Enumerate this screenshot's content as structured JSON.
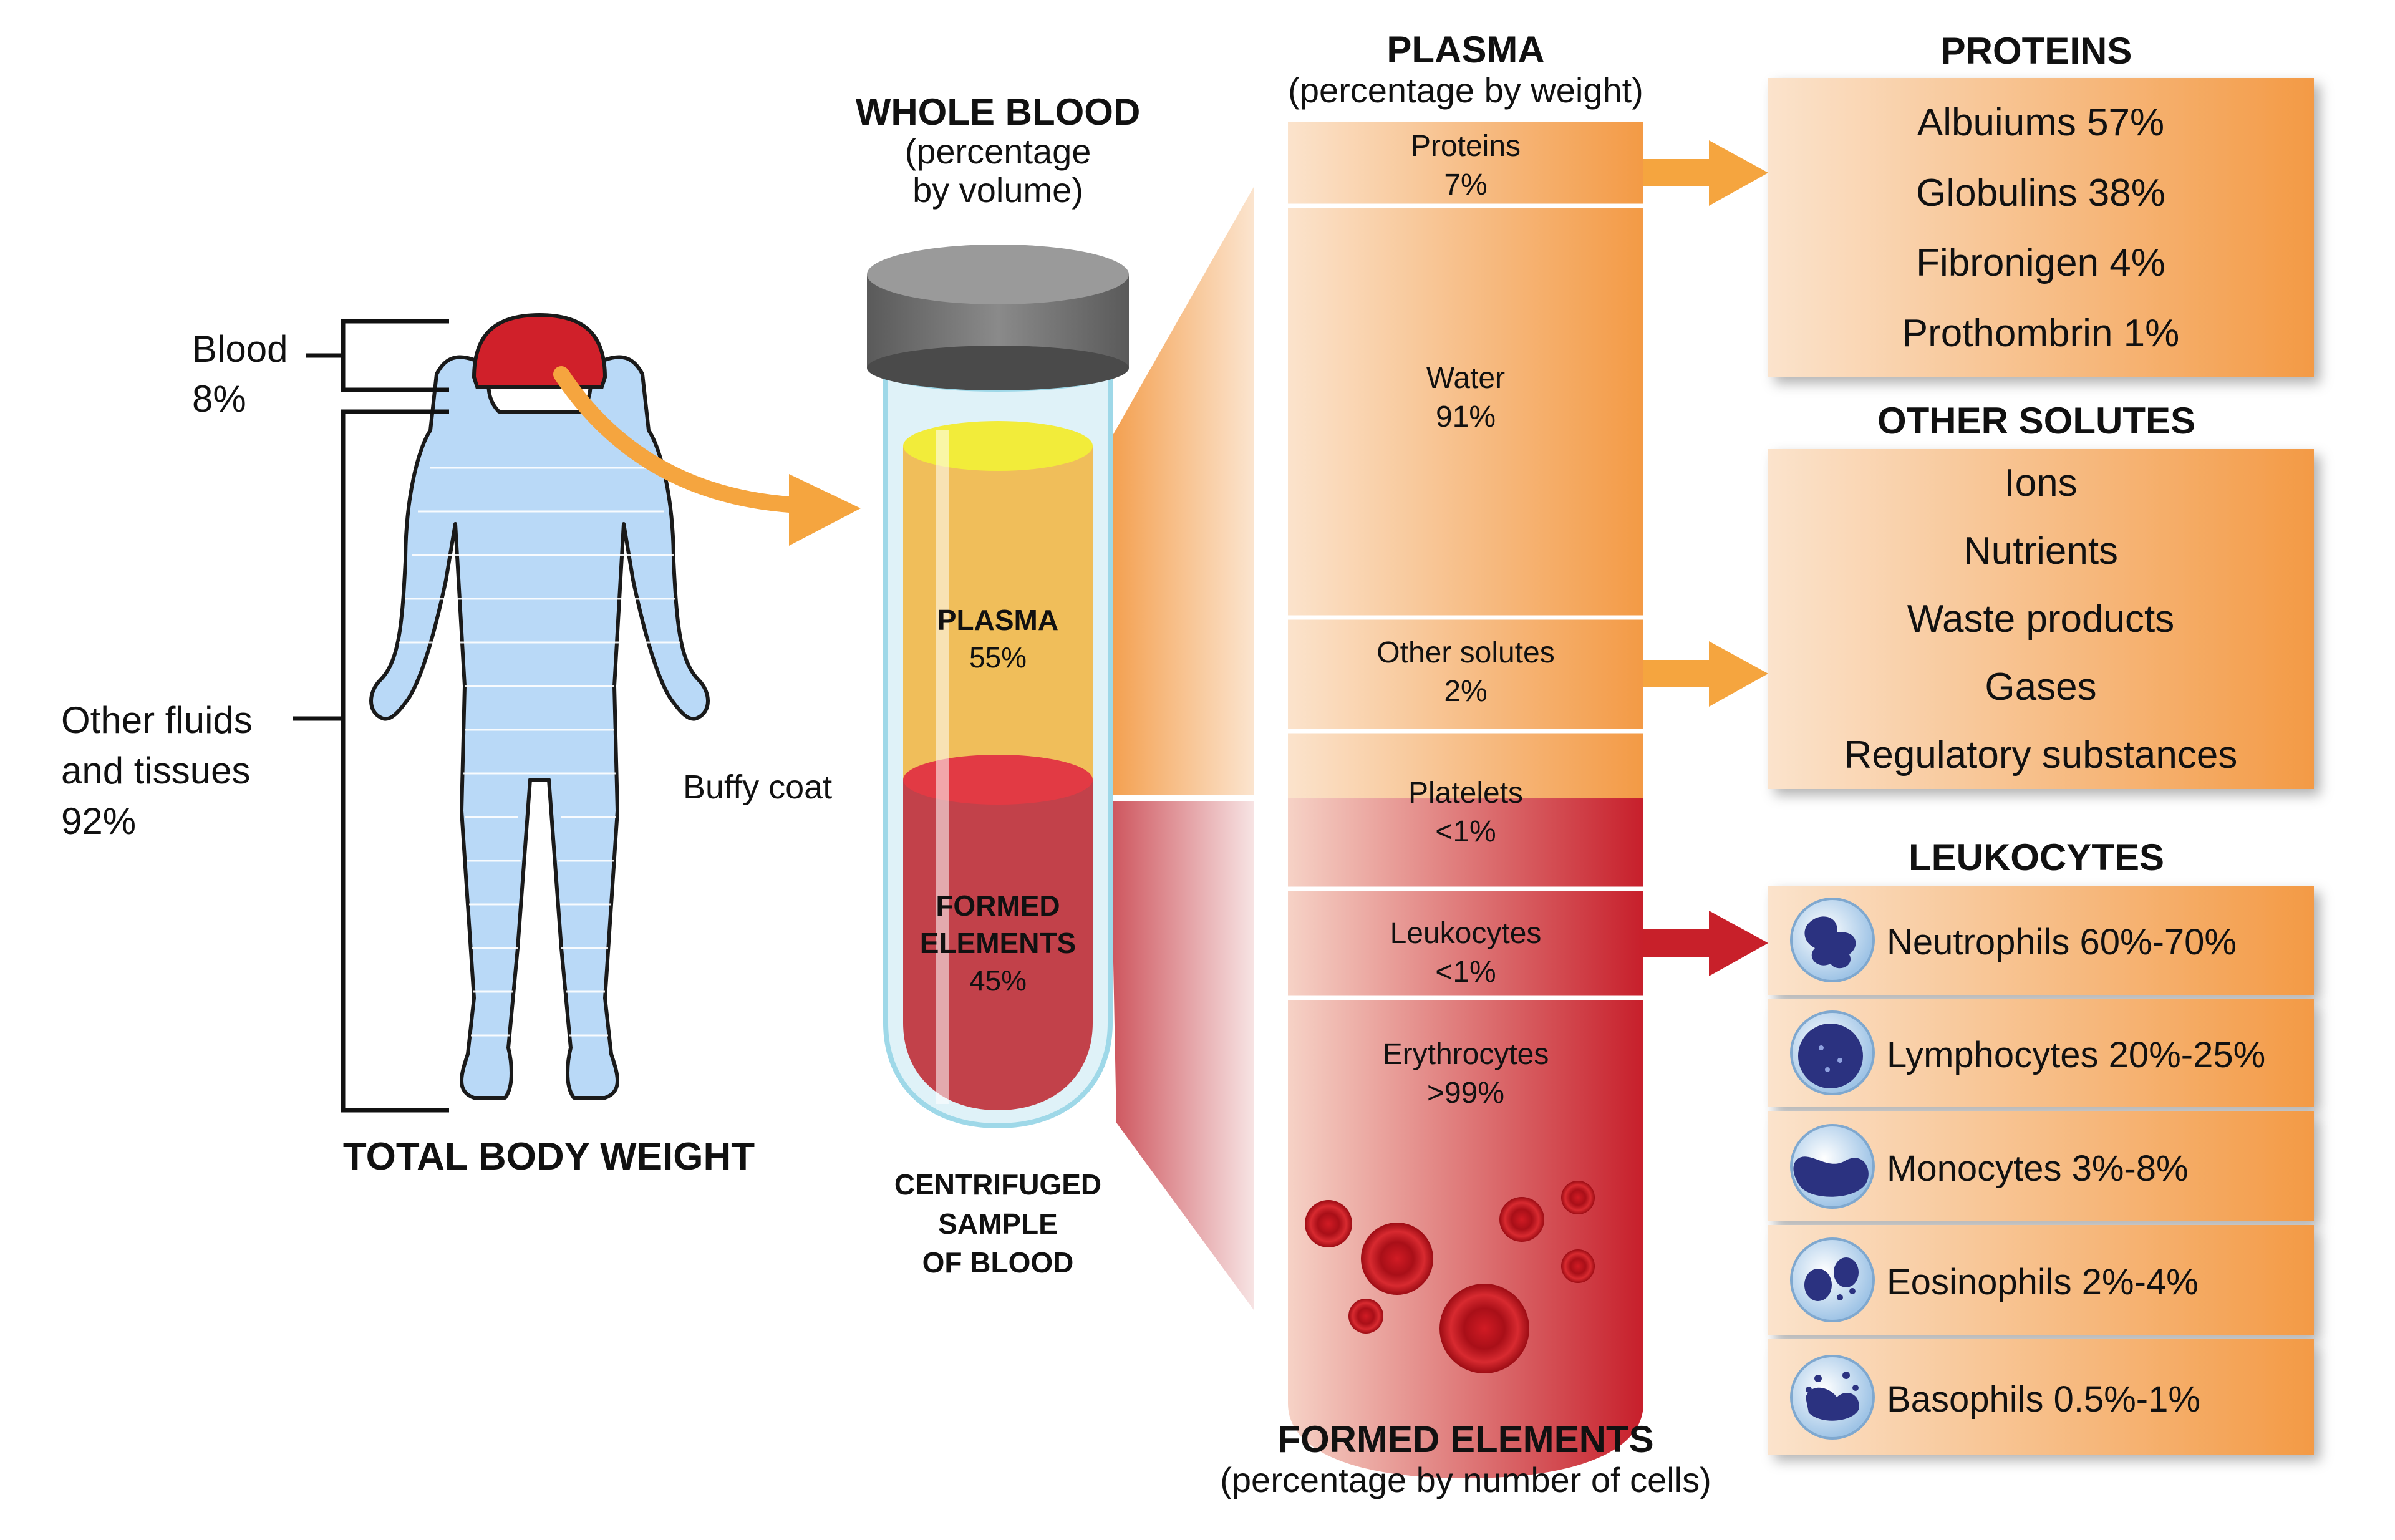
{
  "body": {
    "blood_label": "Blood",
    "blood_pct": "8%",
    "other_label_1": "Other fluids",
    "other_label_2": "and tissues",
    "other_pct": "92%",
    "title": "TOTAL BODY WEIGHT"
  },
  "tube": {
    "title": "WHOLE BLOOD",
    "subtitle_1": "(percentage",
    "subtitle_2": "by volume)",
    "plasma_label": "PLASMA",
    "plasma_pct": "55%",
    "formed_label_1": "FORMED",
    "formed_label_2": "ELEMENTS",
    "formed_pct": "45%",
    "buffy_coat": "Buffy coat",
    "caption_1": "CENTRIFUGED",
    "caption_2": "SAMPLE",
    "caption_3": "OF BLOOD"
  },
  "column": {
    "title": "PLASMA",
    "subtitle": "(percentage by weight)",
    "bottom_title": "FORMED ELEMENTS",
    "bottom_subtitle": "(percentage by number of cells)",
    "segments": [
      {
        "label": "Proteins",
        "value": "7%"
      },
      {
        "label": "Water",
        "value": "91%"
      },
      {
        "label": "Other solutes",
        "value": "2%"
      },
      {
        "label": "Platelets",
        "value": "<1%"
      },
      {
        "label": "Leukocytes",
        "value": "<1%"
      },
      {
        "label": "Erythrocytes",
        "value": ">99%"
      }
    ]
  },
  "proteins": {
    "title": "PROTEINS",
    "items": [
      "Albuiums 57%",
      "Globulins 38%",
      "Fibronigen 4%",
      "Prothombrin 1%"
    ]
  },
  "other_solutes": {
    "title": "OTHER SOLUTES",
    "items": [
      "Ions",
      "Nutrients",
      "Waste products",
      "Gases",
      "Regulatory substances"
    ]
  },
  "leukocytes": {
    "title": "LEUKOCYTES",
    "items": [
      "Neutrophils 60%-70%",
      "Lymphocytes 20%-25%",
      "Monocytes 3%-8%",
      "Eosinophils 2%-4%",
      "Basophils 0.5%-1%"
    ]
  },
  "colors": {
    "orange": "#f4a04a",
    "light_orange": "#f9dcc0",
    "red": "#c8202a",
    "body_blue": "#b9d9f7",
    "plasma_yellow": "#f0be5a",
    "formed_red": "#c2414a"
  }
}
